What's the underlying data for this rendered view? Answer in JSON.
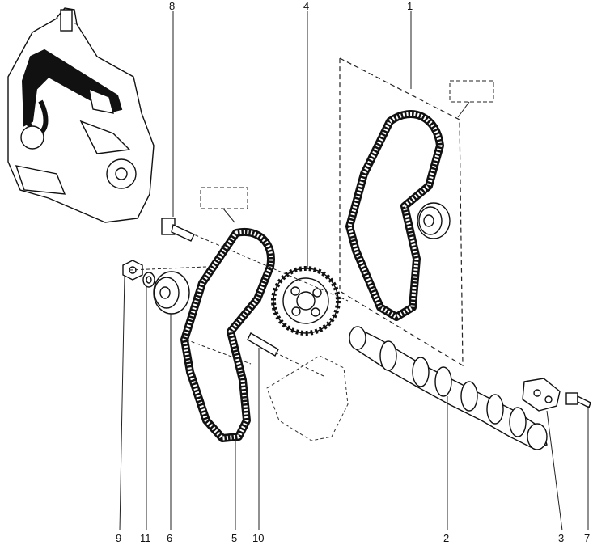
{
  "callouts": [
    {
      "id": "1",
      "label": "1"
    },
    {
      "id": "2",
      "label": "2"
    },
    {
      "id": "3",
      "label": "3"
    },
    {
      "id": "4",
      "label": "4"
    },
    {
      "id": "5",
      "label": "5"
    },
    {
      "id": "6",
      "label": "6"
    },
    {
      "id": "7",
      "label": "7"
    },
    {
      "id": "8",
      "label": "8"
    },
    {
      "id": "9",
      "label": "9"
    },
    {
      "id": "10",
      "label": "10"
    },
    {
      "id": "11",
      "label": "11"
    }
  ],
  "colors": {
    "ink": "#111111",
    "paper": "#ffffff",
    "belt_dots": "#555555"
  }
}
